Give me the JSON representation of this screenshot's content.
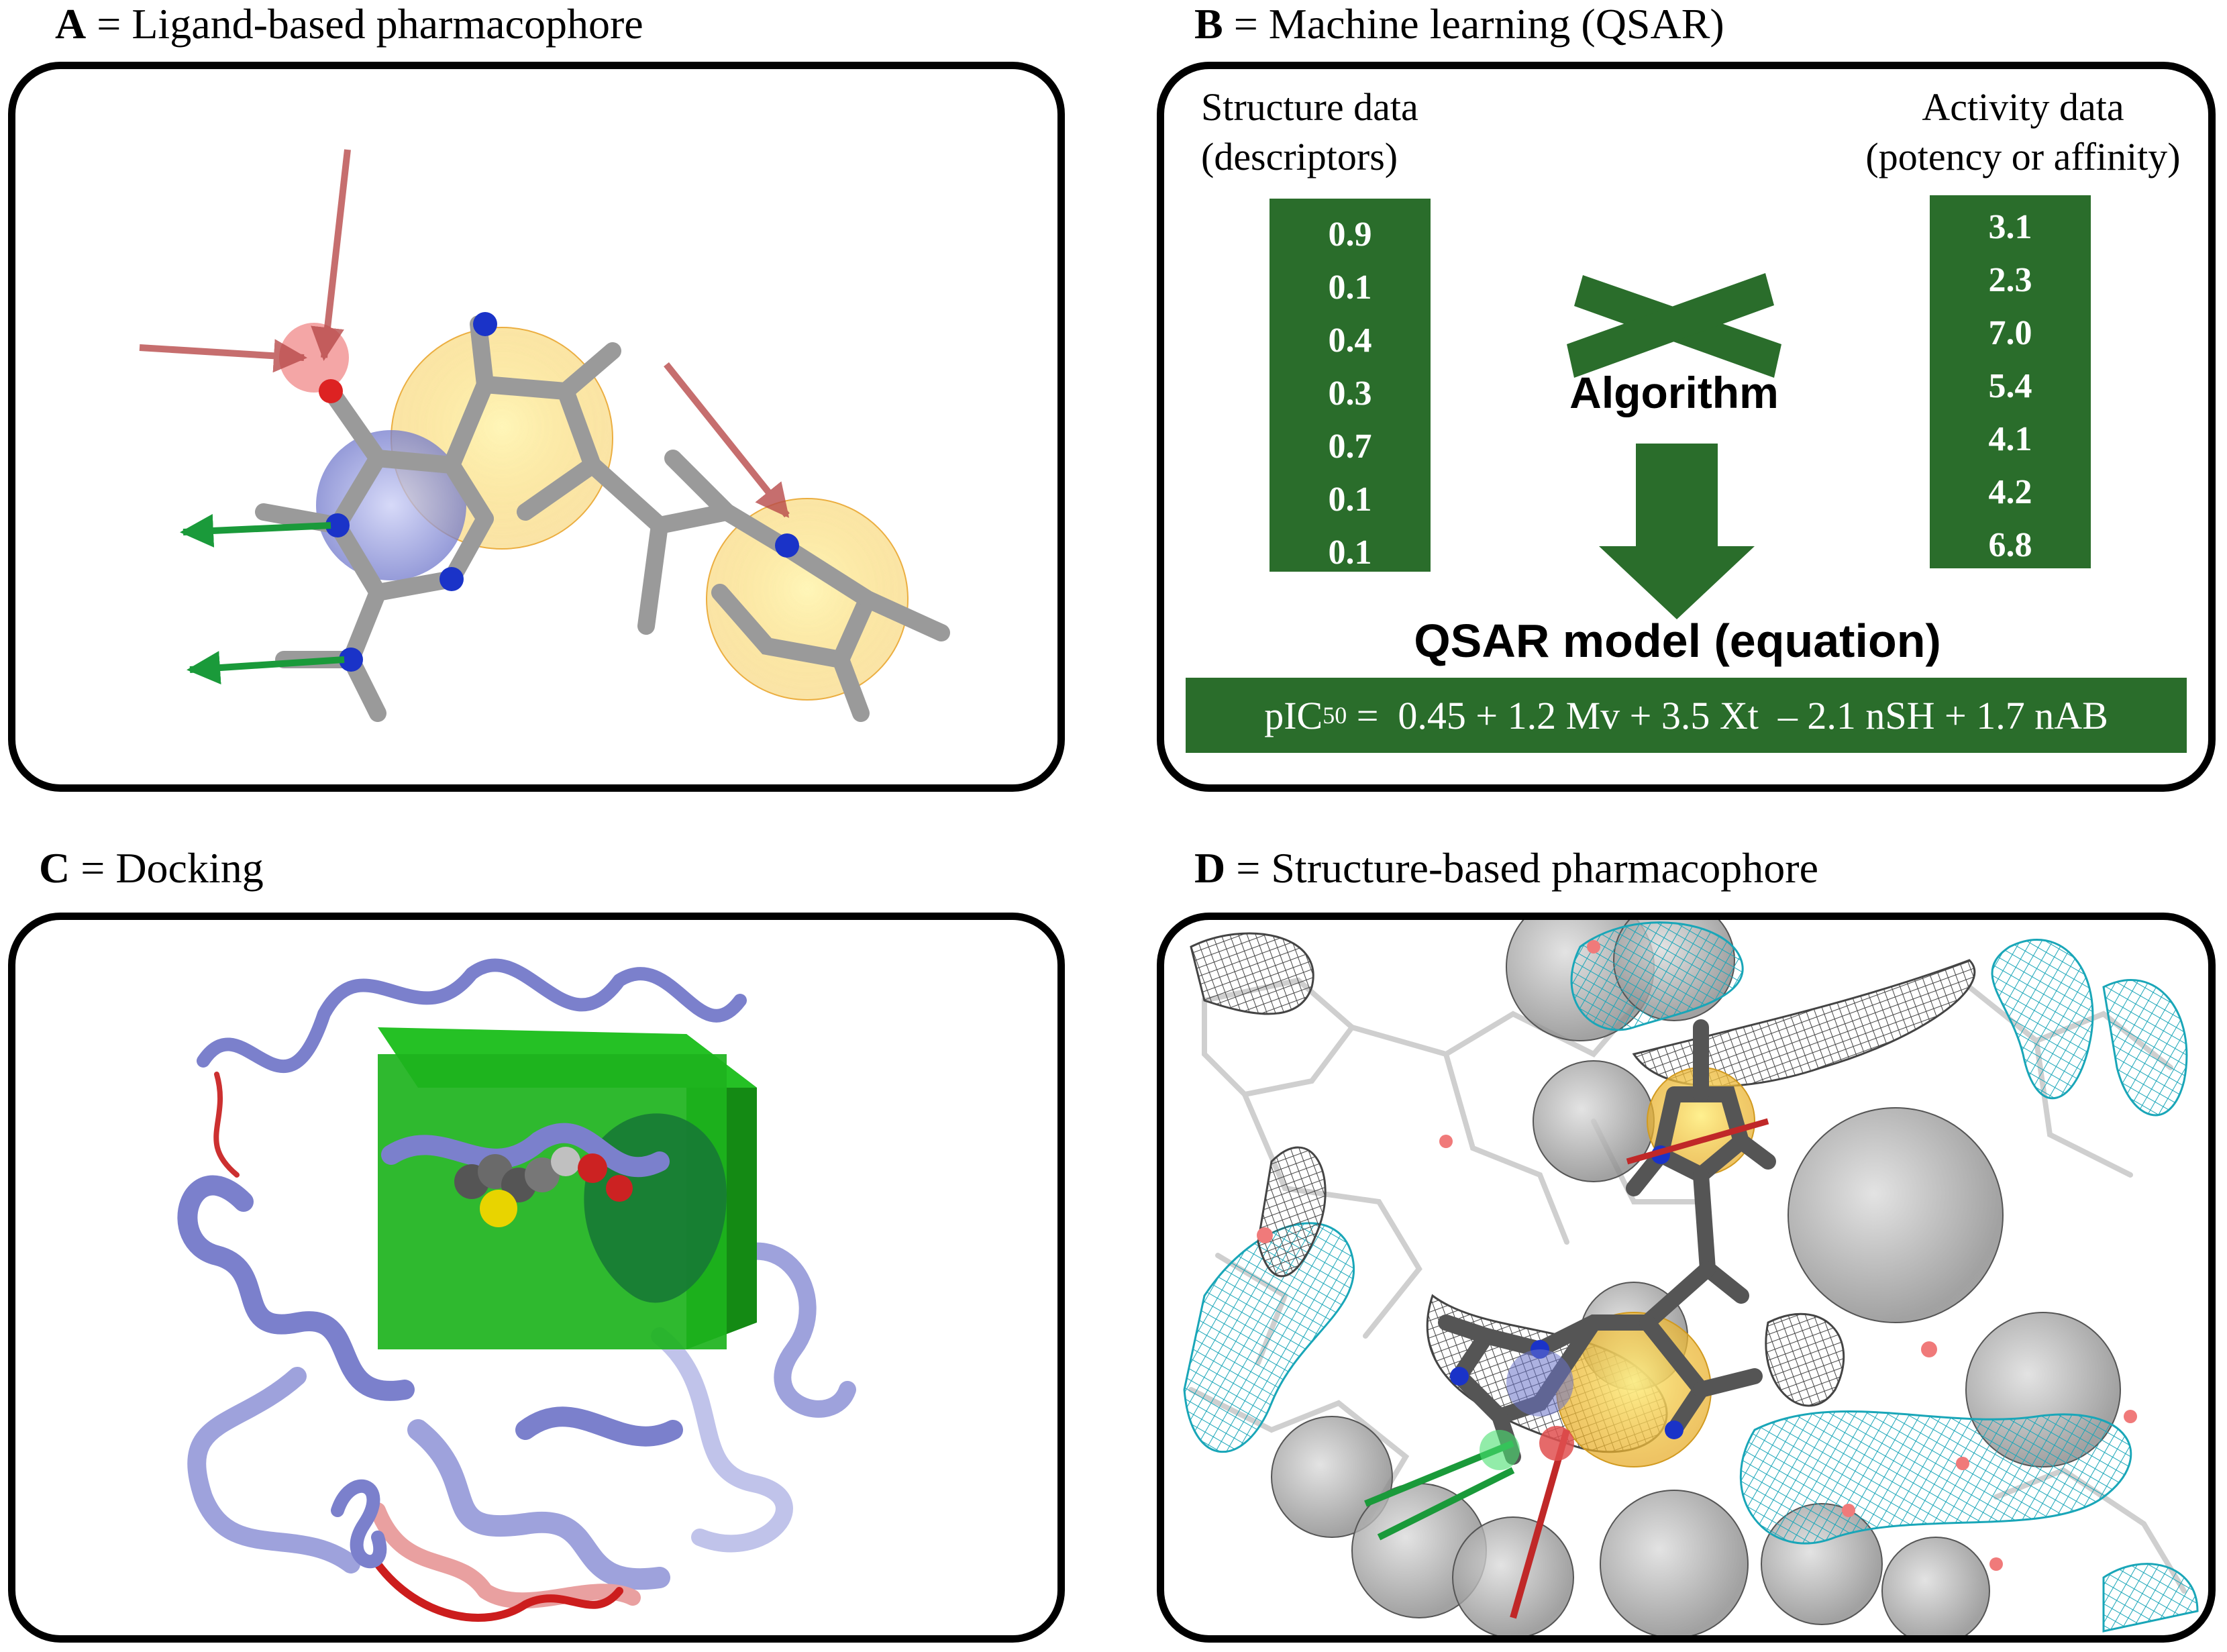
{
  "panels": {
    "a": {
      "letter": "A",
      "title": " = Ligand-based pharmacophore"
    },
    "b": {
      "letter": "B",
      "title": " = Machine learning (QSAR)",
      "structure_header": [
        "Structure data",
        "(descriptors)"
      ],
      "structure_values": [
        "0.9",
        "0.1",
        "0.4",
        "0.3",
        "0.7",
        "0.1",
        "0.1"
      ],
      "activity_header": [
        "Activity data",
        "(potency or affinity)"
      ],
      "activity_values": [
        "3.1",
        "2.3",
        "7.0",
        "5.4",
        "4.1",
        "4.2",
        "6.8"
      ],
      "algorithm_label": "Algorithm",
      "model_label": "QSAR model (equation)",
      "equation": {
        "lhs": "pIC",
        "lhs_sub": "50",
        "rhs": " =  0.45 + 1.2 Mv + 3.5 Xt  – 2.1 nSH + 1.7 nAB"
      }
    },
    "c": {
      "letter": "C",
      "title": " = Docking"
    },
    "d": {
      "letter": "D",
      "title": " = Structure-based pharmacophore"
    }
  },
  "colors": {
    "green_block": "#2a6d2b",
    "donor_arrow": "#1a9a3a",
    "acceptor_arrow": "#b84a4a",
    "hydrophobic_sphere": "#f5c542",
    "aromatic_ring": "#6a72c8",
    "ribbon": "#7b80cc",
    "docking_box": "#1db31d",
    "mesh_cyan": "#19a6b8",
    "mesh_grey": "#444444",
    "excluded_volume": "#9a9a9a"
  }
}
